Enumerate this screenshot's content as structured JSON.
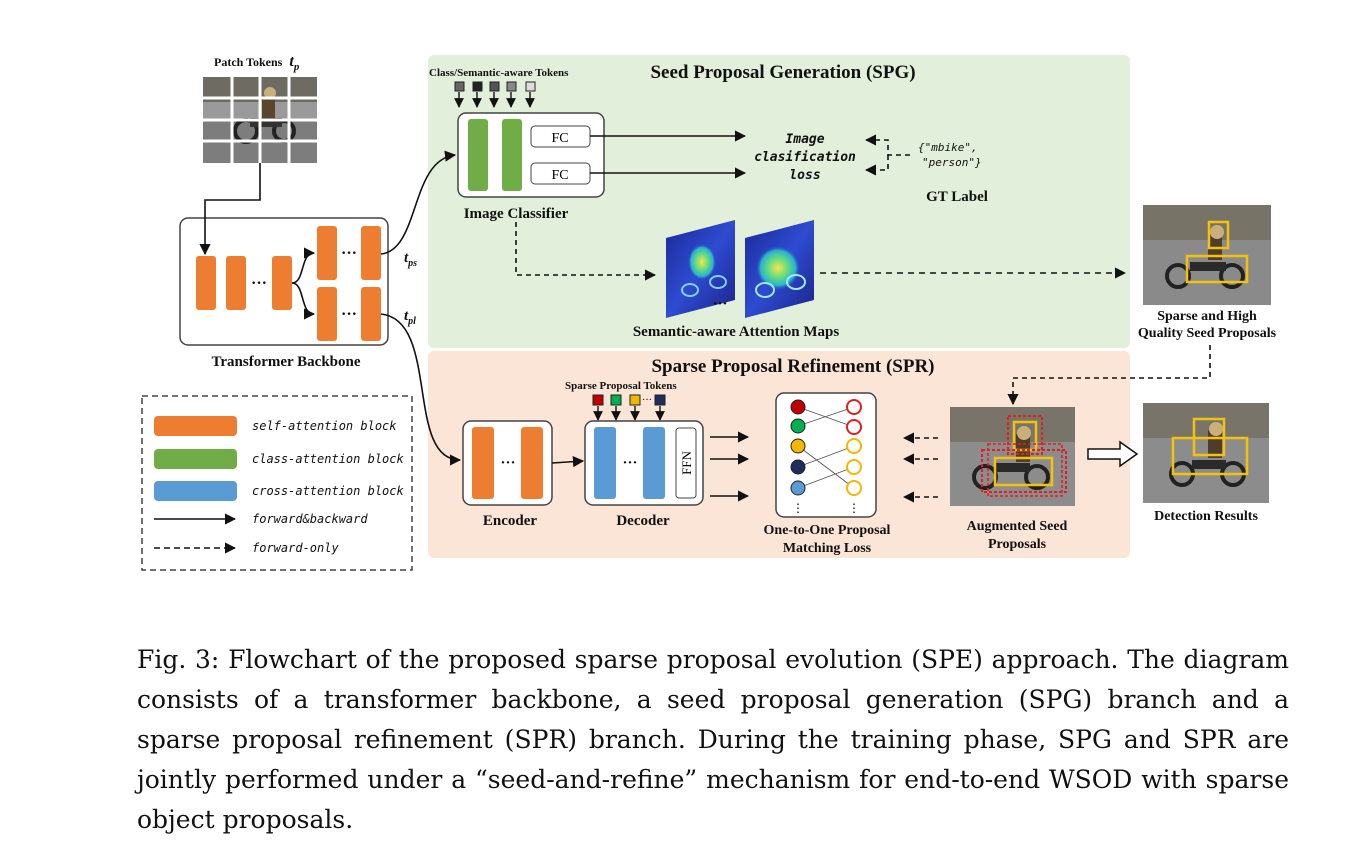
{
  "patch_tokens": {
    "label": "Patch Tokens",
    "symbol": "t",
    "sub": "p"
  },
  "backbone": {
    "label": "Transformer Backbone",
    "tps_symbol": "t",
    "tps_sub": "ps",
    "tpl_symbol": "t",
    "tpl_sub": "pl",
    "dots": "···"
  },
  "spg": {
    "title": "Seed Proposal Generation (SPG)",
    "tokens_label": "Class/Semantic-aware Tokens",
    "fc1": "FC",
    "fc2": "FC",
    "classifier_label": "Image Classifier",
    "loss_line1": "Image",
    "loss_line2": "clasification",
    "loss_line3": "loss",
    "gt_line1": "{\"mbike\",",
    "gt_line2": "\"person\"}",
    "gt_label": "GT Label",
    "maps_label": "Semantic-aware Attention Maps",
    "maps_dots": "···"
  },
  "seed": {
    "line1": "Sparse and High",
    "line2": "Quality Seed Proposals"
  },
  "spr": {
    "title": "Sparse Proposal Refinement (SPR)",
    "tokens_label": "Sparse Proposal Tokens",
    "encoder": "Encoder",
    "decoder": "Decoder",
    "ffn": "FFN",
    "match_line1": "One-to-One Proposal",
    "match_line2": "Matching Loss",
    "aug_line1": "Augmented Seed",
    "aug_line2": "Proposals",
    "detect": "Detection Results"
  },
  "legend": [
    {
      "text": "self-attention block",
      "color": "#ed7d31"
    },
    {
      "text": "class-attention block",
      "color": "#70ad47"
    },
    {
      "text": "cross-attention block",
      "color": "#5b9bd5"
    },
    {
      "text": "forward&backward"
    },
    {
      "text": "forward-only"
    }
  ],
  "colors": {
    "spg_bg": "#e2efda",
    "spr_bg": "#fbe5d6",
    "self": "#ed7d31",
    "class": "#70ad47",
    "cross": "#5b9bd5"
  },
  "caption": "Fig. 3: Flowchart of the proposed sparse proposal evolution (SPE) approach. The diagram consists of a transformer backbone, a seed proposal generation (SPG) branch and a sparse proposal refinement (SPR) branch. During the training phase, SPG and SPR are jointly performed under a “seed-and-refine” mechanism for end-to-end WSOD with sparse object proposals."
}
